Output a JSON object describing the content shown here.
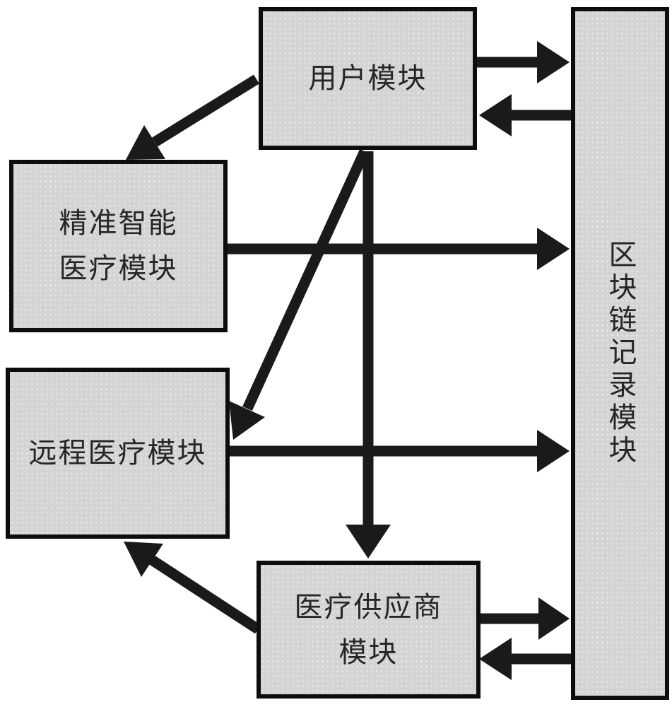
{
  "diagram": {
    "type": "block-diagram",
    "nodes": [
      {
        "id": "user",
        "label": "用户模块",
        "lines": [
          "用户模块"
        ]
      },
      {
        "id": "precision",
        "label": "精准智能医疗模块",
        "lines": [
          "精准智能",
          "医疗模块"
        ]
      },
      {
        "id": "telemed",
        "label": "远程医疗模块",
        "lines": [
          "远程医疗模块"
        ]
      },
      {
        "id": "supplier",
        "label": "医疗供应商模块",
        "lines": [
          "医疗供应商",
          "模块"
        ]
      },
      {
        "id": "blockchain",
        "label": "区块链记录模块",
        "lines": [
          "区块链记录模块"
        ],
        "orientation": "vertical"
      }
    ],
    "edges": [
      {
        "id": "user-to-blockchain",
        "from": "用户模块",
        "to": "区块链记录模块"
      },
      {
        "id": "blockchain-to-user",
        "from": "区块链记录模块",
        "to": "用户模块"
      },
      {
        "id": "user-to-precision",
        "from": "用户模块",
        "to": "精准智能医疗模块"
      },
      {
        "id": "precision-to-blockchain",
        "from": "精准智能医疗模块",
        "to": "区块链记录模块"
      },
      {
        "id": "user-to-telemed",
        "from": "用户模块",
        "to": "远程医疗模块"
      },
      {
        "id": "user-to-supplier",
        "from": "用户模块",
        "to": "医疗供应商模块"
      },
      {
        "id": "telemed-to-blockchain",
        "from": "远程医疗模块",
        "to": "区块链记录模块"
      },
      {
        "id": "supplier-to-telemed",
        "from": "医疗供应商模块",
        "to": "远程医疗模块"
      },
      {
        "id": "supplier-to-blockchain",
        "from": "医疗供应商模块",
        "to": "区块链记录模块"
      },
      {
        "id": "blockchain-to-supplier",
        "from": "区块链记录模块",
        "to": "医疗供应商模块"
      }
    ]
  },
  "colors": {
    "background": "#ffffff",
    "box_fill": "#d4d4d4",
    "box_border": "#0d0d0d",
    "arrow": "#1a1a1a",
    "text": "#262626"
  }
}
